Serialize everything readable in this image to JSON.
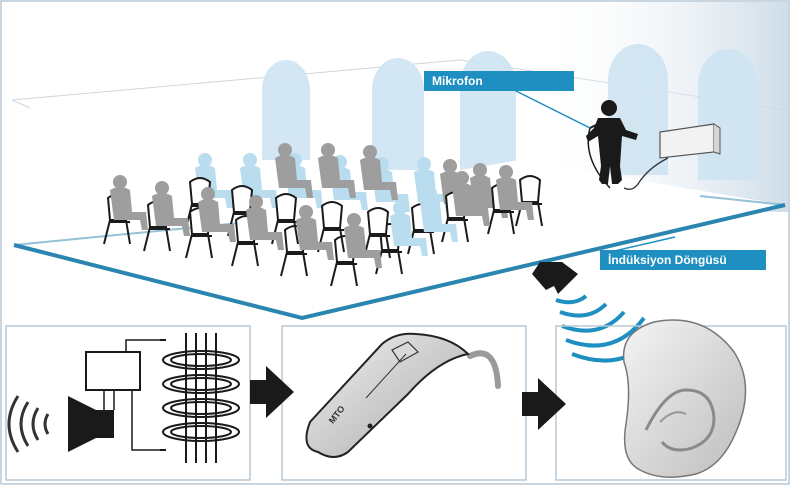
{
  "labels": {
    "microphone": "Mikrofon",
    "induction_loop": "İndüksiyon Döngüsü",
    "hearing_aid_switch": "MTO"
  },
  "colors": {
    "accent": "#1e8fc0",
    "loop_blue": "#2a86b0",
    "light_blue": "#b9dcef",
    "panel_border": "#b7c9d6",
    "figure_dark": "#1a1a1a",
    "figure_gray": "#9e9e9e"
  },
  "icons": [
    "sound-waves-icon",
    "speaker-icon",
    "amplifier-box-icon",
    "coil-icon",
    "arrow-right-icon",
    "hearing-aid-icon",
    "ear-icon",
    "microphone-icon",
    "amplifier-unit-icon"
  ]
}
